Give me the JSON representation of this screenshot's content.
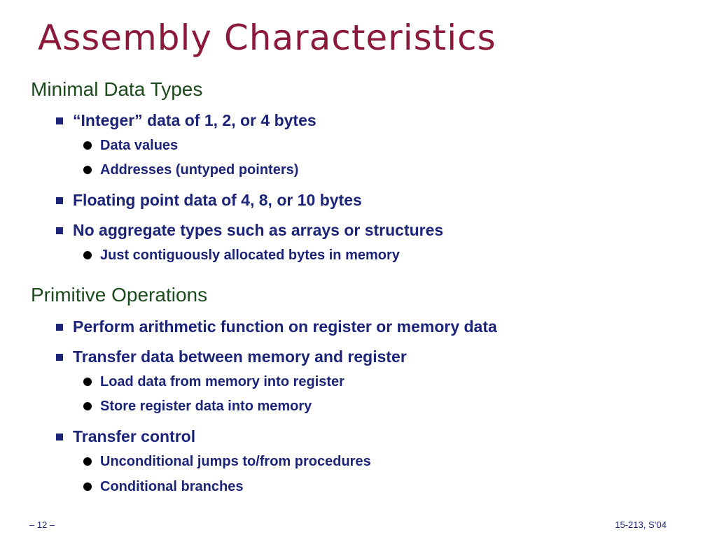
{
  "slide": {
    "title": "Assembly Characteristics",
    "sections": [
      {
        "heading": "Minimal Data Types",
        "items": [
          {
            "text": "“Integer” data of 1, 2, or 4 bytes",
            "subitems": [
              "Data values",
              "Addresses (untyped pointers)"
            ]
          },
          {
            "text": "Floating point data of 4, 8, or 10 bytes",
            "subitems": []
          },
          {
            "text": "No aggregate types such as arrays or structures",
            "subitems": [
              "Just contiguously allocated bytes in memory"
            ]
          }
        ]
      },
      {
        "heading": "Primitive Operations",
        "items": [
          {
            "text": "Perform arithmetic function on register or memory data",
            "subitems": []
          },
          {
            "text": "Transfer data between memory and register",
            "subitems": [
              "Load data from memory into register",
              "Store register data into memory"
            ]
          },
          {
            "text": "Transfer control",
            "subitems": [
              "Unconditional jumps to/from procedures",
              "Conditional branches"
            ]
          }
        ]
      }
    ],
    "footer": {
      "page_number": "– 12 –",
      "course": "15-213, S’04"
    }
  },
  "colors": {
    "title": "#8b1a3a",
    "section_heading": "#1c4a1c",
    "bullet_text": "#1c2478",
    "round_bullet": "#000000"
  },
  "icons": {
    "level1_bullet": "square-bullet-icon",
    "level2_bullet": "round-bullet-icon"
  }
}
